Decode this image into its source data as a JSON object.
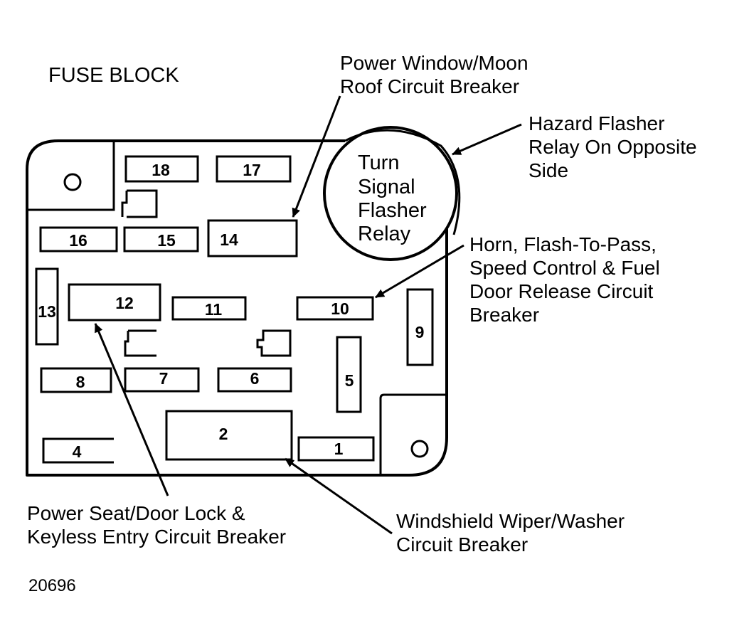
{
  "title": "FUSE BLOCK",
  "figure_number": "20696",
  "relay_label": [
    "Turn",
    "Signal",
    "Flasher",
    "Relay"
  ],
  "callouts": {
    "power_window": [
      "Power Window/Moon",
      "Roof Circuit Breaker"
    ],
    "hazard_flasher": [
      "Hazard Flasher",
      "Relay On Opposite",
      "Side"
    ],
    "horn": [
      "Horn, Flash-To-Pass,",
      "Speed Control & Fuel",
      "Door Release Circuit",
      "Breaker"
    ],
    "power_seat": [
      "Power Seat/Door Lock &",
      "Keyless Entry Circuit Breaker"
    ],
    "wiper": [
      "Windshield Wiper/Washer",
      "Circuit Breaker"
    ]
  },
  "fuses": {
    "f1": "1",
    "f2": "2",
    "f4": "4",
    "f5": "5",
    "f6": "6",
    "f7": "7",
    "f8": "8",
    "f9": "9",
    "f10": "10",
    "f11": "11",
    "f12": "12",
    "f13": "13",
    "f14": "14",
    "f15": "15",
    "f16": "16",
    "f17": "17",
    "f18": "18"
  }
}
